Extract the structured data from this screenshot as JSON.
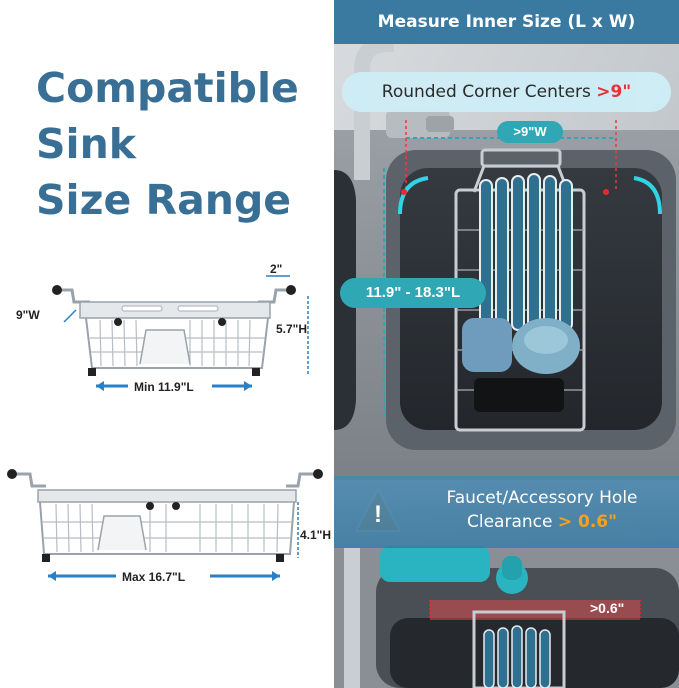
{
  "left": {
    "title_lines": [
      "Compatible",
      "Sink",
      "Size Range"
    ],
    "rack_top": {
      "width_label": "9\"W",
      "extension_label": "2\"",
      "height_label": "5.7\"H",
      "length_label": "Min 11.9\"L"
    },
    "rack_bottom": {
      "height_label": "4.1\"H",
      "length_label": "Max 16.7\"L"
    }
  },
  "right": {
    "header": "Measure Inner Size (L x W)",
    "corner_note_prefix": "Rounded Corner Centers ",
    "corner_note_value": ">9\"",
    "width_badge": ">9\"W",
    "length_badge": "11.9\" - 18.3\"L",
    "warning_line1": "Faucet/Accessory Hole",
    "warning_line2_prefix": "Clearance ",
    "warning_line2_value": "> 0.6\"",
    "clearance_label": ">0.6\""
  },
  "colors": {
    "title_blue": "#3a6f95",
    "accent_teal": "#2fa7b5",
    "header_blue": "#3b7aa0",
    "highlight_red": "#e82a2a",
    "highlight_orange": "#f4a020"
  }
}
